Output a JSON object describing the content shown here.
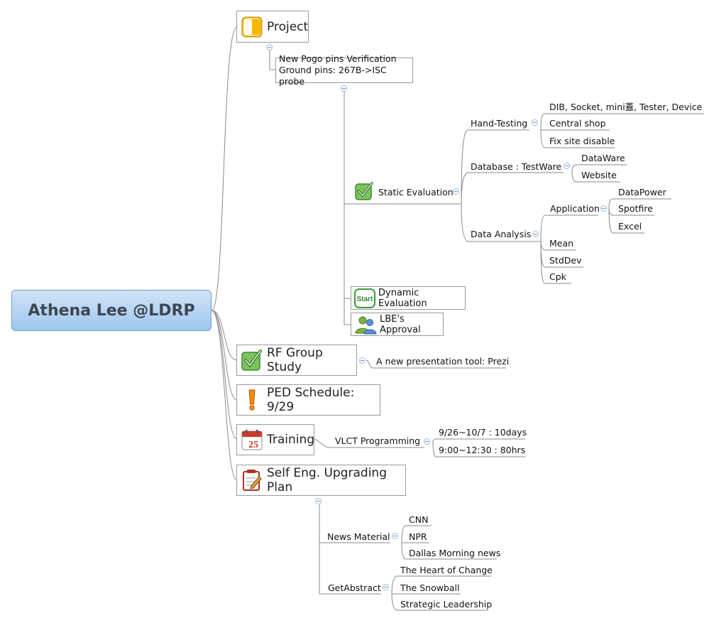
{
  "root": {
    "label": "Athena Lee @LDRP"
  },
  "topics": {
    "project": {
      "label": "Project",
      "icon": "half-moon-icon",
      "child": {
        "line1": "New Pogo pins Verification",
        "line2": "Ground pins: 267B->ISC probe",
        "static_evaluation": {
          "label": "Static Evaluation",
          "icon": "checkmark-icon",
          "hand_testing": {
            "label": "Hand-Testing",
            "items": [
              "DIB, Socket, mini蓋, Tester, Device",
              "Central shop",
              "Fix site disable"
            ]
          },
          "database": {
            "label": "Database : TestWare",
            "items": [
              "DataWare",
              "Website"
            ]
          },
          "data_analysis": {
            "label": "Data Analysis",
            "application": {
              "label": "Application",
              "items": [
                "DataPower",
                "Spotfire",
                "Excel"
              ]
            },
            "items": [
              "Mean",
              "StdDev",
              "Cpk"
            ]
          }
        },
        "dynamic_evaluation": {
          "label": "Dynamic Evaluation",
          "icon": "start-icon",
          "icon_text": "Start"
        },
        "lbe_approval": {
          "label": "LBE's Approval",
          "icon": "people-icon"
        }
      }
    },
    "rf_group_study": {
      "label": "RF Group Study",
      "icon": "checkmark-icon",
      "child": "A new presentation tool: Prezi"
    },
    "ped_schedule": {
      "label": "PED Schedule: 9/29",
      "icon": "exclamation-icon"
    },
    "training": {
      "label": "Training",
      "icon": "calendar-icon",
      "icon_text": "25",
      "child": {
        "label": "VLCT Programming",
        "items": [
          "9/26~10/7 : 10days",
          "9:00~12:30 : 80hrs"
        ]
      }
    },
    "self_eng": {
      "label": "Self Eng. Upgrading Plan",
      "icon": "notepad-icon",
      "news": {
        "label": "News Material",
        "items": [
          "CNN",
          "NPR",
          "Dallas Morning news"
        ]
      },
      "getabstract": {
        "label": "GetAbstract",
        "items": [
          "The Heart of Change",
          "The Snowball",
          "Strategic Leadership"
        ]
      }
    }
  },
  "colors": {
    "root_fill": "#9fc6ee",
    "check_green": "#5bb54a",
    "exclamation_orange": "#f08a10",
    "calendar_red": "#c83a2a",
    "connector": "#8a8a8a"
  }
}
